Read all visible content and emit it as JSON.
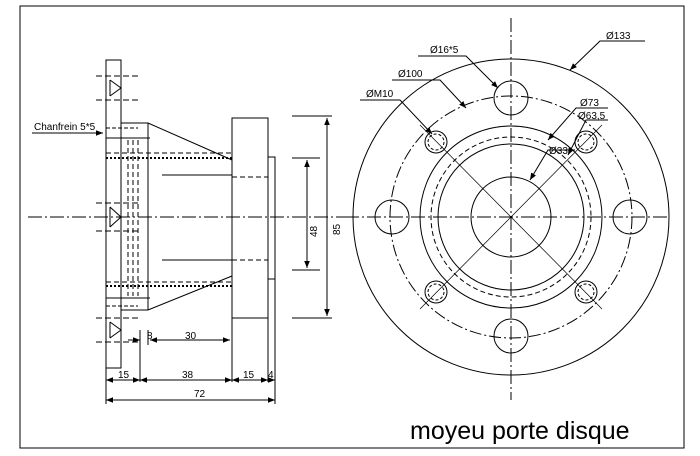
{
  "drawing": {
    "title": "moyeu porte disque",
    "labels": {
      "chamfer": "Chanfrein 5*5",
      "d133": "Ø133",
      "d16x5": "Ø16*5",
      "d100": "Ø100",
      "m10": "ØM10",
      "d73": "Ø73",
      "d63_5": "Ø63,5",
      "d33": "Ø33",
      "h85": "85",
      "h48": "48",
      "w30": "30",
      "w8": "8",
      "w15a": "15",
      "w38": "38",
      "w15b": "15",
      "w4": "4",
      "w72": "72"
    }
  }
}
